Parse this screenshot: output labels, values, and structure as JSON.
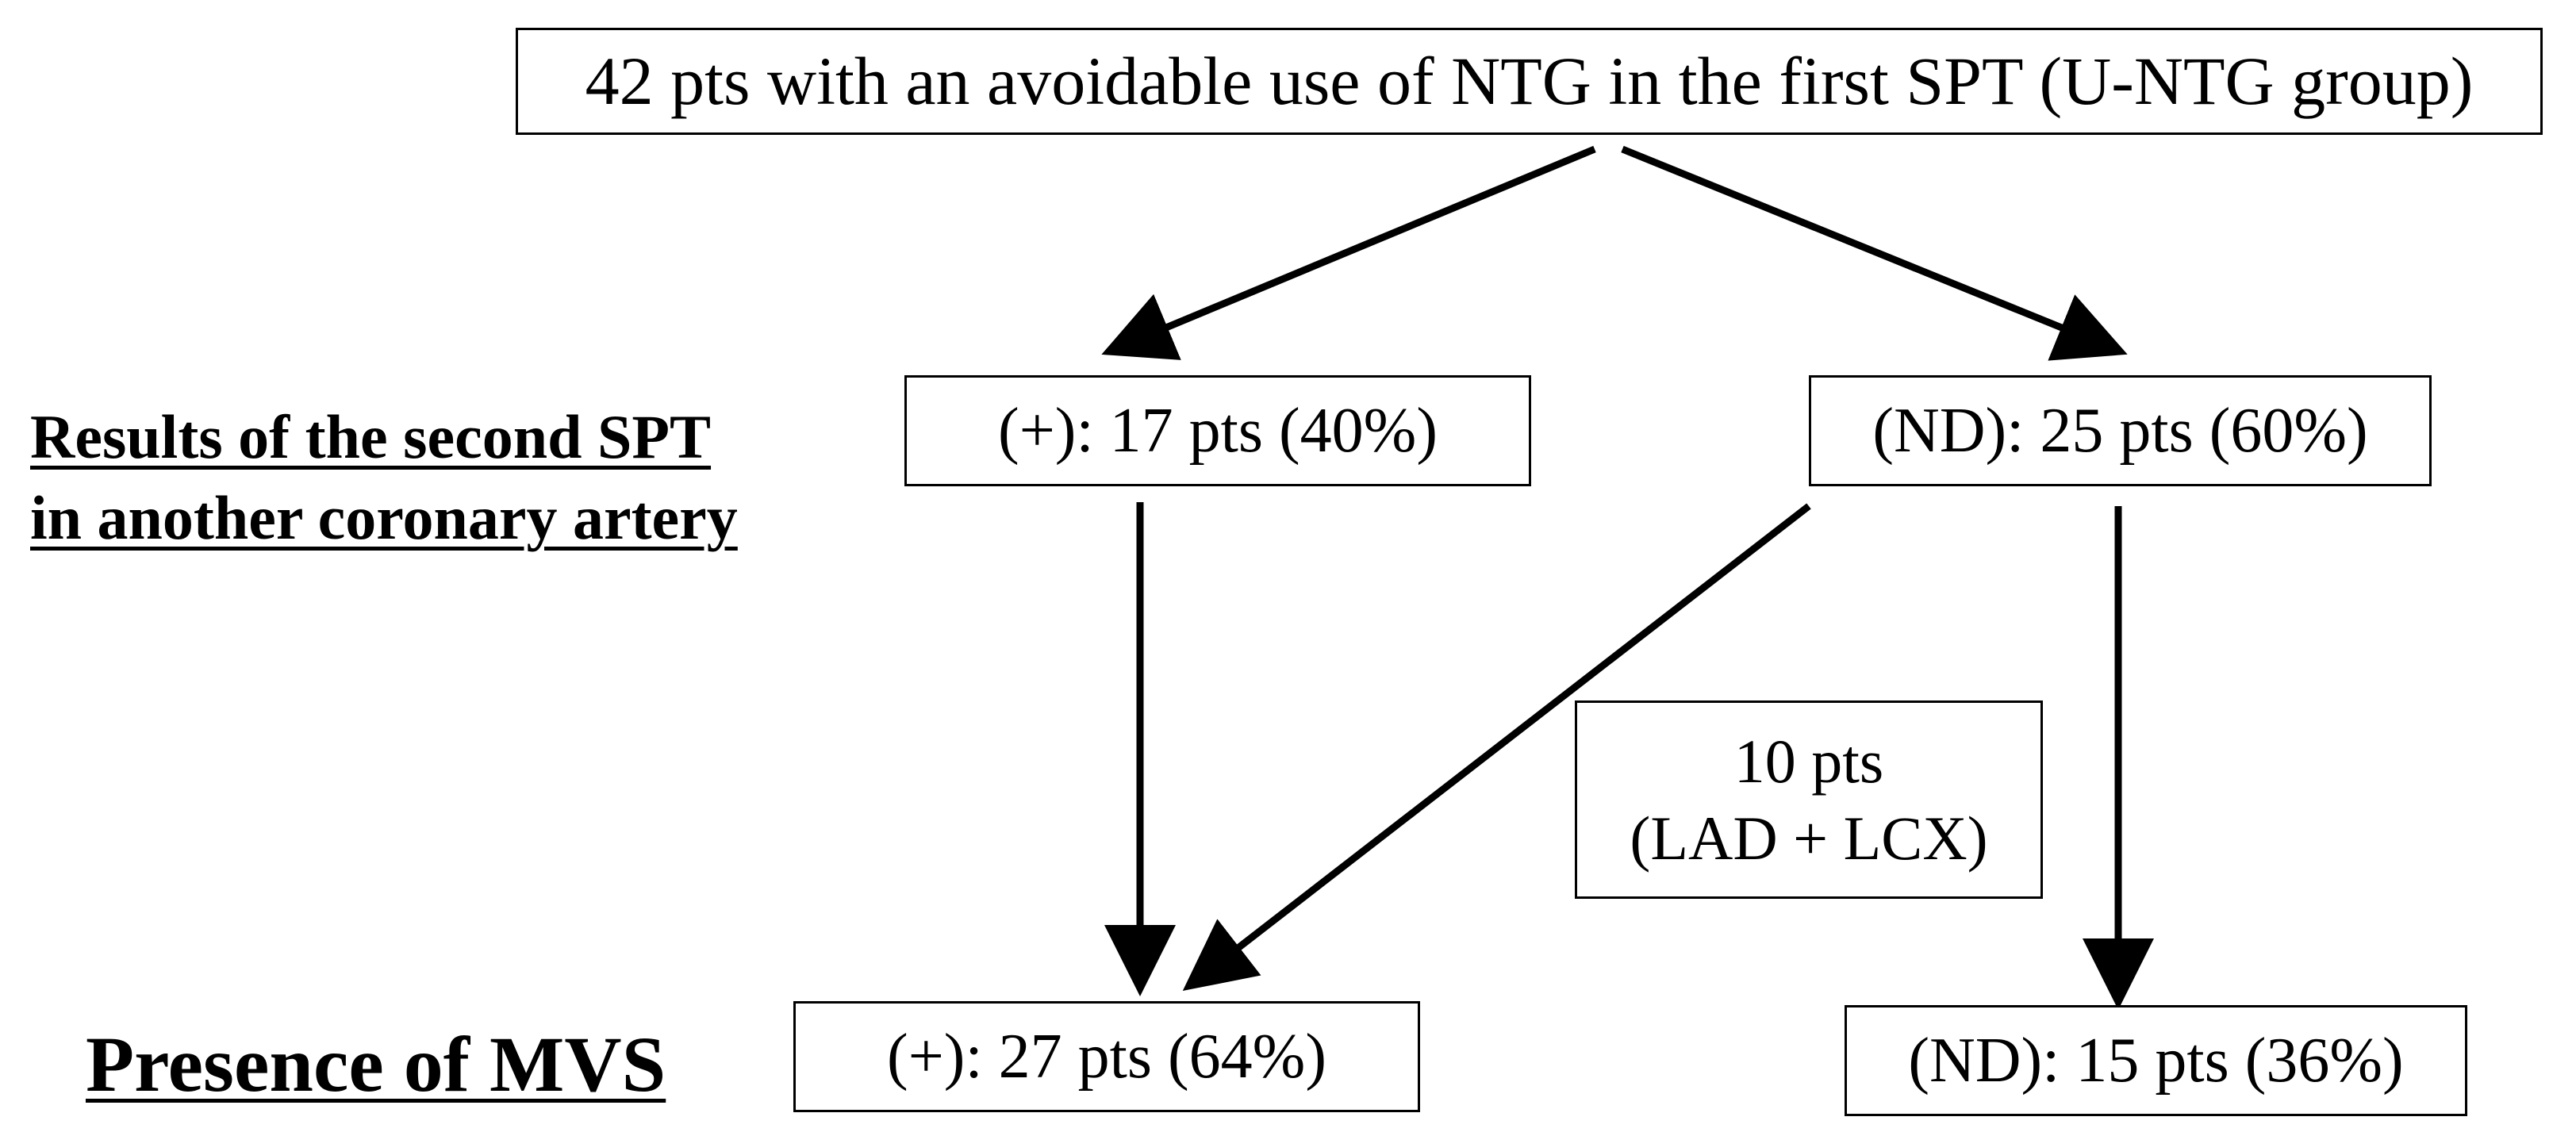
{
  "diagram": {
    "top_box": "42 pts with an avoidable use of NTG in the first SPT (U-NTG group)",
    "second_spt_pos": "(+): 17 pts (40%)",
    "second_spt_nd": "(ND): 25 pts (60%)",
    "side_note_line1": "10 pts",
    "side_note_line2": "(LAD + LCX)",
    "mvs_pos": "(+): 27 pts (64%)",
    "mvs_nd": "(ND): 15 pts (36%)",
    "label_second_spt_line1": "Results of the second SPT",
    "label_second_spt_line2": "in another coronary artery",
    "label_mvs": "Presence of MVS"
  }
}
